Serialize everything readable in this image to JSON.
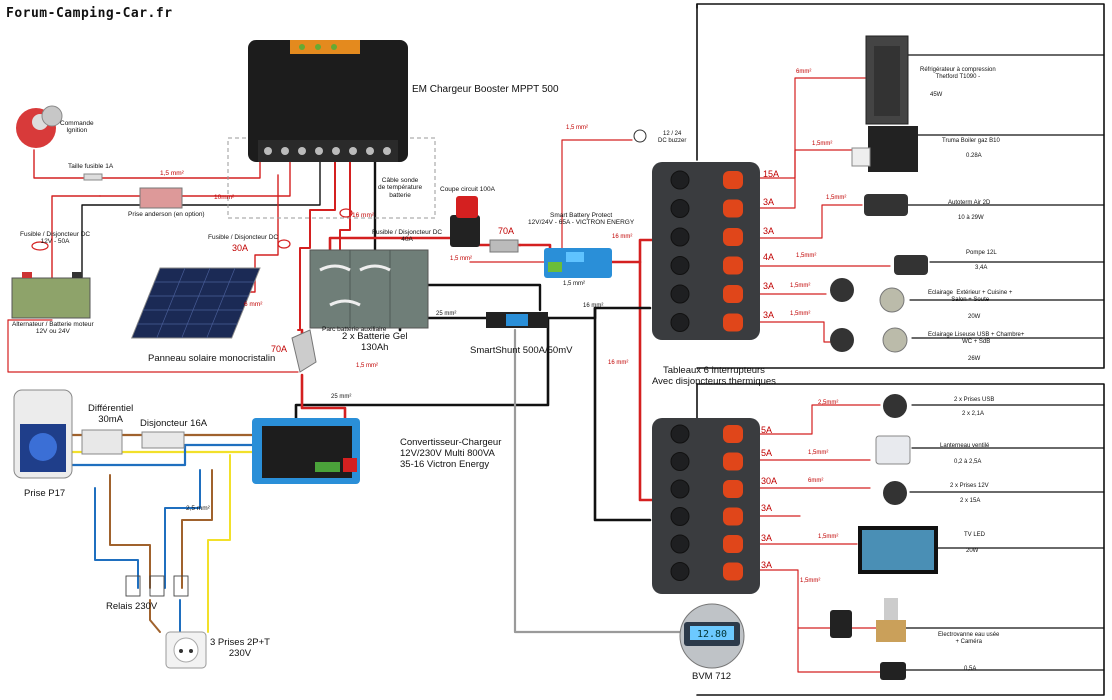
{
  "watermark": "Forum-Camping-Car.fr",
  "booster": {
    "title": "EM Chargeur Booster MPPT 500"
  },
  "ignition": {
    "label": "Commande\nIgnition"
  },
  "fuse_1a": {
    "label": "Taille fusible 1A"
  },
  "anderson": {
    "label": "Prise anderson (en option)"
  },
  "alt_fuse": {
    "label": "Fusible / Disjoncteur DC\n12V - 50A"
  },
  "alternator": {
    "label": "Alternateur / Batterie moteur\n12V ou 24V"
  },
  "solar": {
    "label": "Panneau solaire monocristalin"
  },
  "dc_fuse_30": {
    "label": "Fusible / Disjoncteur DC",
    "amp": "30A"
  },
  "dc_fuse_40": {
    "label": "Fusible / Disjoncteur DC\n40A"
  },
  "temp_sensor": {
    "label": "Câble sonde\nde température\nbatterie"
  },
  "cutoff": {
    "label": "Coupe circuit 100A"
  },
  "main_fuse": {
    "amp": "70A"
  },
  "battery_bank": {
    "label": "Parc batterie auxiliaire",
    "label2": "2 x Batterie Gel\n130Ah"
  },
  "sbp": {
    "label": "Smart Battery Protect\n12V/24V - 65A - VICTRON ENERGY"
  },
  "buzzer": {
    "label": "12 / 24\nDC buzzer"
  },
  "shunt": {
    "label": "SmartShunt 500A/50mV"
  },
  "fuse_70b": {
    "amp": "70A"
  },
  "inverter": {
    "label": "Convertisseur-Chargeur\n12V/230V Multi 800VA\n35-16 Victron Energy"
  },
  "p17": {
    "label": "Prise P17"
  },
  "rcd": {
    "label": "Différentiel\n30mA"
  },
  "breaker16": {
    "label": "Disjoncteur 16A"
  },
  "relay": {
    "label": "Relais 230V"
  },
  "outlets230": {
    "label": "3 Prises 2P+T\n230V"
  },
  "panels": {
    "label": "Tableaux 6 interrupteurs\nAvec disjoncteurs thermiques"
  },
  "bvm": {
    "label": "BVM 712",
    "display": "12.80"
  },
  "wires": {
    "w_1_5_ign": "1,5 mm²",
    "w_10": "10mm²",
    "w_6_solar": "6 mm²",
    "w_16_booster": "16 mm²",
    "w_1_5_buzzer": "1,5 mm²",
    "w_1_5_cut": "1,5 mm²",
    "w_16_sbp": "16 mm²",
    "w_1_5_sbp": "1,5 mm²",
    "w_16_panel": "16 mm²",
    "w_25_bat": "25 mm²",
    "w_16_shunt": "16 mm²",
    "w_1_5_bottom": "1,5 mm²",
    "w_25_inv": "25 mm²",
    "w_2_5_230": "2,5 mm²"
  },
  "top_loads": [
    {
      "amp": "15A",
      "wire": "6mm²",
      "label": "Réfrigérateur à compression\nThetford T1090 -",
      "value": "45W"
    },
    {
      "amp": "3A",
      "wire": "1,5mm²",
      "label": "Truma Boiler gaz B10",
      "value": "0.28A"
    },
    {
      "amp": "3A",
      "wire": "1,5mm²",
      "label": "Autoterm Air 2D",
      "value": "10 à 29W"
    },
    {
      "amp": "4A",
      "wire": "1,5mm²",
      "label": "Pompe 12L",
      "value": "3,4A"
    },
    {
      "amp": "3A",
      "wire": "1,5mm²",
      "label": "Eclairage  Extérieur + Cuisine +\nSalon + Soute",
      "value": "20W"
    },
    {
      "amp": "3A",
      "wire": "1,5mm²",
      "label": "Eclairage Liseuse USB + Chambre+\nWC + SdB",
      "value": "26W"
    }
  ],
  "bottom_loads": [
    {
      "amp": "5A",
      "wire": "2,5mm²",
      "label": "2 x Prises USB",
      "value": "2 x 2,1A"
    },
    {
      "amp": "5A",
      "wire": "1,5mm²",
      "label": "Lanterneau ventilé",
      "value": "0,2 à 2,5A"
    },
    {
      "amp": "30A",
      "wire": "6mm²",
      "label": "2 x Prises 12V",
      "value": "2 x 15A"
    },
    {
      "amp": "3A",
      "wire": "",
      "label": "",
      "value": ""
    },
    {
      "amp": "3A",
      "wire": "1,5mm²",
      "label": "TV LED",
      "value": "20W"
    },
    {
      "amp": "3A",
      "wire": "1,5mm²",
      "label": "Electrovanne eau usée\n+ Caméra",
      "value": "0,5A"
    }
  ],
  "colors": {
    "red": "#d42020",
    "black": "#111111",
    "blue": "#1f6fbf",
    "brown": "#a0622d",
    "yellow": "#f2e02a",
    "grey": "#9a9a9a",
    "victron": "#2a8fd8",
    "switch": "#e0461a"
  }
}
